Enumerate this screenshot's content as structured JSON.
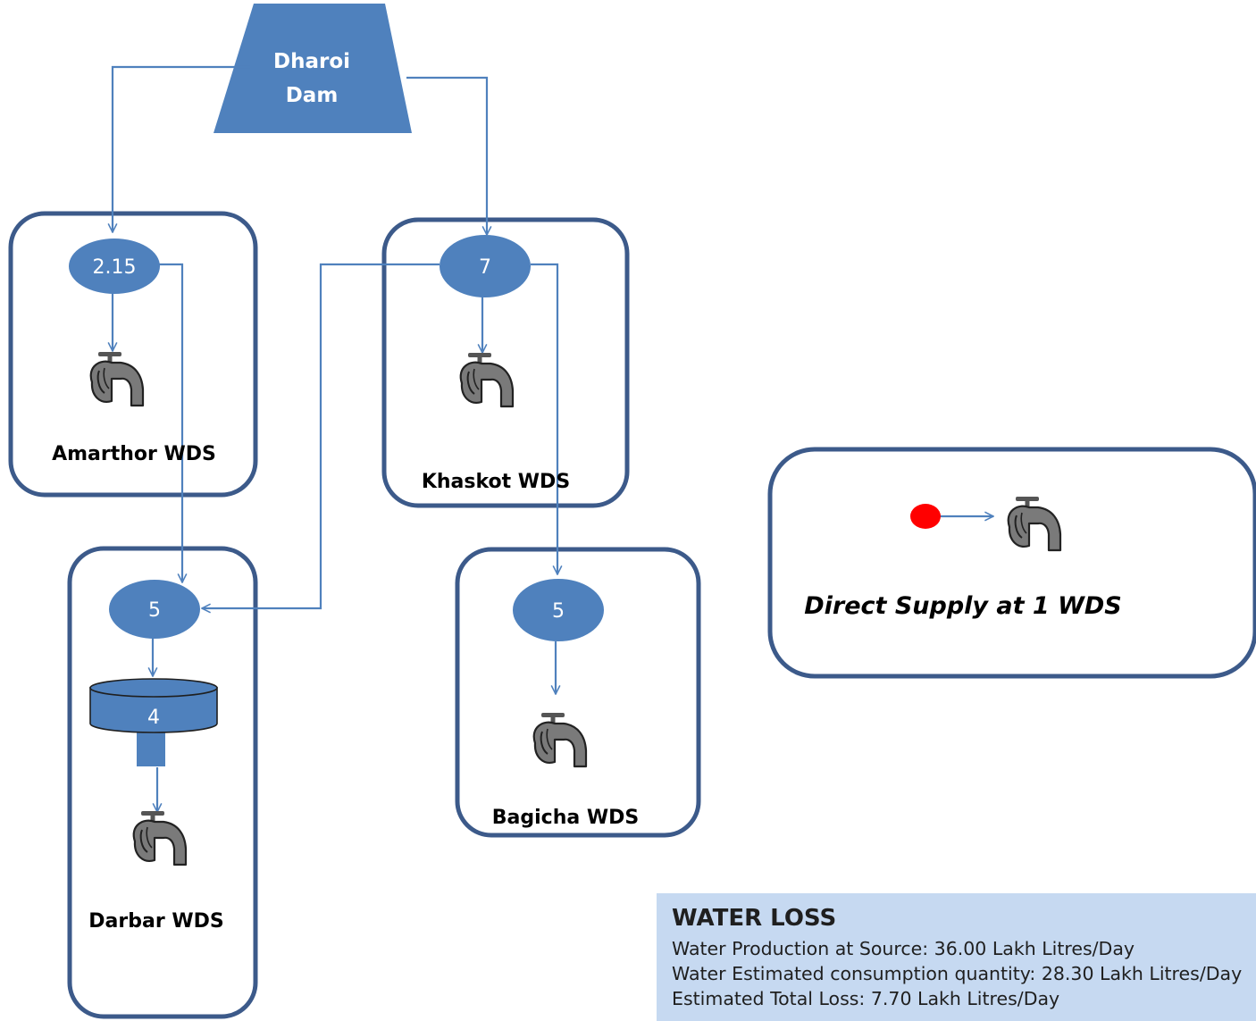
{
  "source": {
    "name_line1": "Dharoi",
    "name_line2": "Dam"
  },
  "stations": [
    {
      "name": "Amarthor WDS",
      "node_value": "2.15"
    },
    {
      "name": "Khaskot WDS",
      "node_value": "7"
    },
    {
      "name": "Darbar WDS",
      "node_value": "5",
      "tank_value": "4"
    },
    {
      "name": "Bagicha WDS",
      "node_value": "5"
    }
  ],
  "legend": {
    "label": "Direct Supply at 1 WDS",
    "dot_color": "#ff0000"
  },
  "colors": {
    "node_fill": "#4f81bd",
    "box_border": "#3c5a8a",
    "panel_fill": "#c6d9f1",
    "flow_line": "#4f81bd"
  },
  "icons": [
    "water-tap-icon"
  ],
  "water_loss": {
    "title": "WATER LOSS",
    "lines": [
      "Water Production at Source: 36.00 Lakh Litres/Day",
      "Water Estimated consumption quantity: 28.30 Lakh Litres/Day",
      "Estimated Total Loss: 7.70 Lakh Litres/Day"
    ]
  }
}
